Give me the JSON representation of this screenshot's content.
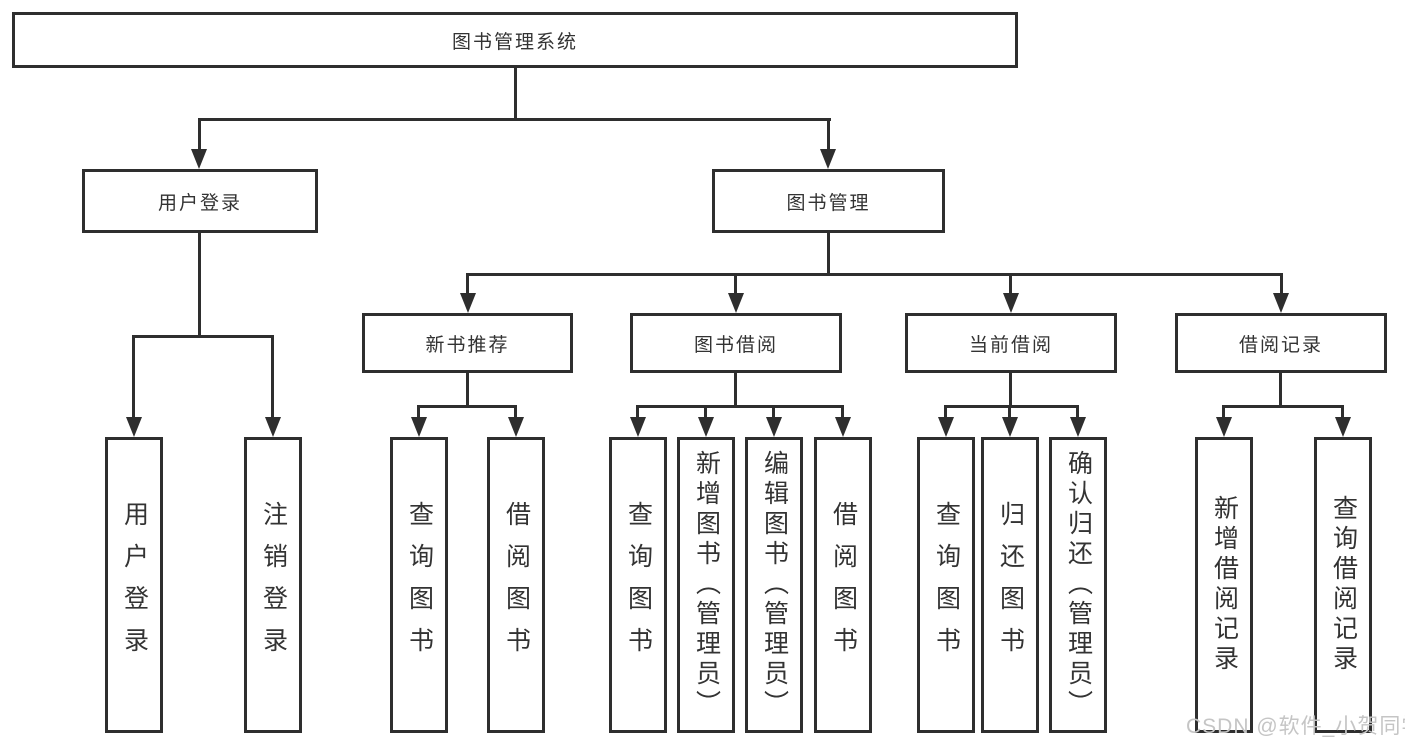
{
  "nodes": {
    "root": "图书管理系统",
    "user_login": "用户登录",
    "book_mgmt": "图书管理",
    "new_book_rec": "新书推荐",
    "book_borrow": "图书借阅",
    "current_borrow": "当前借阅",
    "borrow_records": "借阅记录",
    "leaf_user_login": "用户登录",
    "leaf_logout": "注销登录",
    "leaf_nbr_query_book": "查询图书",
    "leaf_nbr_borrow_book": "借阅图书",
    "leaf_bb_query_book": "查询图书",
    "leaf_bb_add_book": "新增图书（管理员）",
    "leaf_bb_edit_book": "编辑图书（管理员）",
    "leaf_bb_borrow_book": "借阅图书",
    "leaf_cb_query_book": "查询图书",
    "leaf_cb_return_book": "归还图书",
    "leaf_cb_confirm_return": "确认归还（管理员）",
    "leaf_br_add_record": "新增借阅记录",
    "leaf_br_query_record": "查询借阅记录"
  },
  "watermark": {
    "text": "CSDN @软件_小贺同学",
    "color": "#c5c5c5"
  },
  "colors": {
    "line": "#2e2e2e",
    "box_border": "#2e2e2e",
    "text": "#333333",
    "background": "#ffffff"
  }
}
